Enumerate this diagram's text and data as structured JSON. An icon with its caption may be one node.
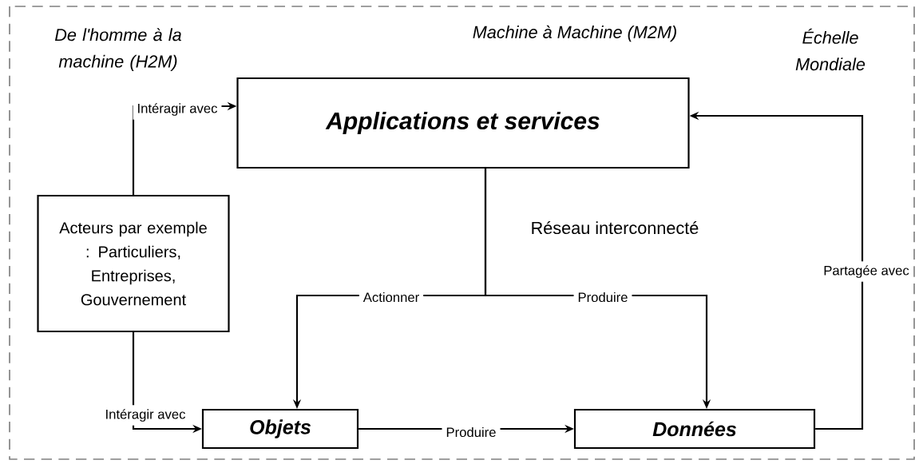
{
  "diagram": {
    "nodes": [
      {
        "text": [
          "Applications et services"
        ]
      },
      {
        "text": [
          "Acteurs par exemple : Particuliers, Entreprises, Gouvernement"
        ]
      },
      {
        "text": [
          "Objets"
        ]
      },
      {
        "text": [
          "Données"
        ]
      }
    ],
    "edges": [
      {
        "from": 1,
        "to": 0,
        "arrow": "to",
        "label": "Intéragir avec"
      },
      {
        "from": 1,
        "to": 2,
        "arrow": "to",
        "label": "Intéragir avec"
      },
      {
        "from": 0,
        "to": 2,
        "arrow": "to",
        "label": "Actionner"
      },
      {
        "from": 0,
        "to": 3,
        "arrow": "to",
        "label": "Produire"
      },
      {
        "from": 2,
        "to": 3,
        "arrow": "to",
        "label": "Produire"
      },
      {
        "from": 3,
        "to": 0,
        "arrow": "to",
        "label": "Partagée avec"
      }
    ],
    "labels": [
      "De l'homme à la machine (H2M)",
      "Machine à Machine (M2M)",
      "Échelle Mondiale",
      "Réseau interconnecté"
    ]
  }
}
